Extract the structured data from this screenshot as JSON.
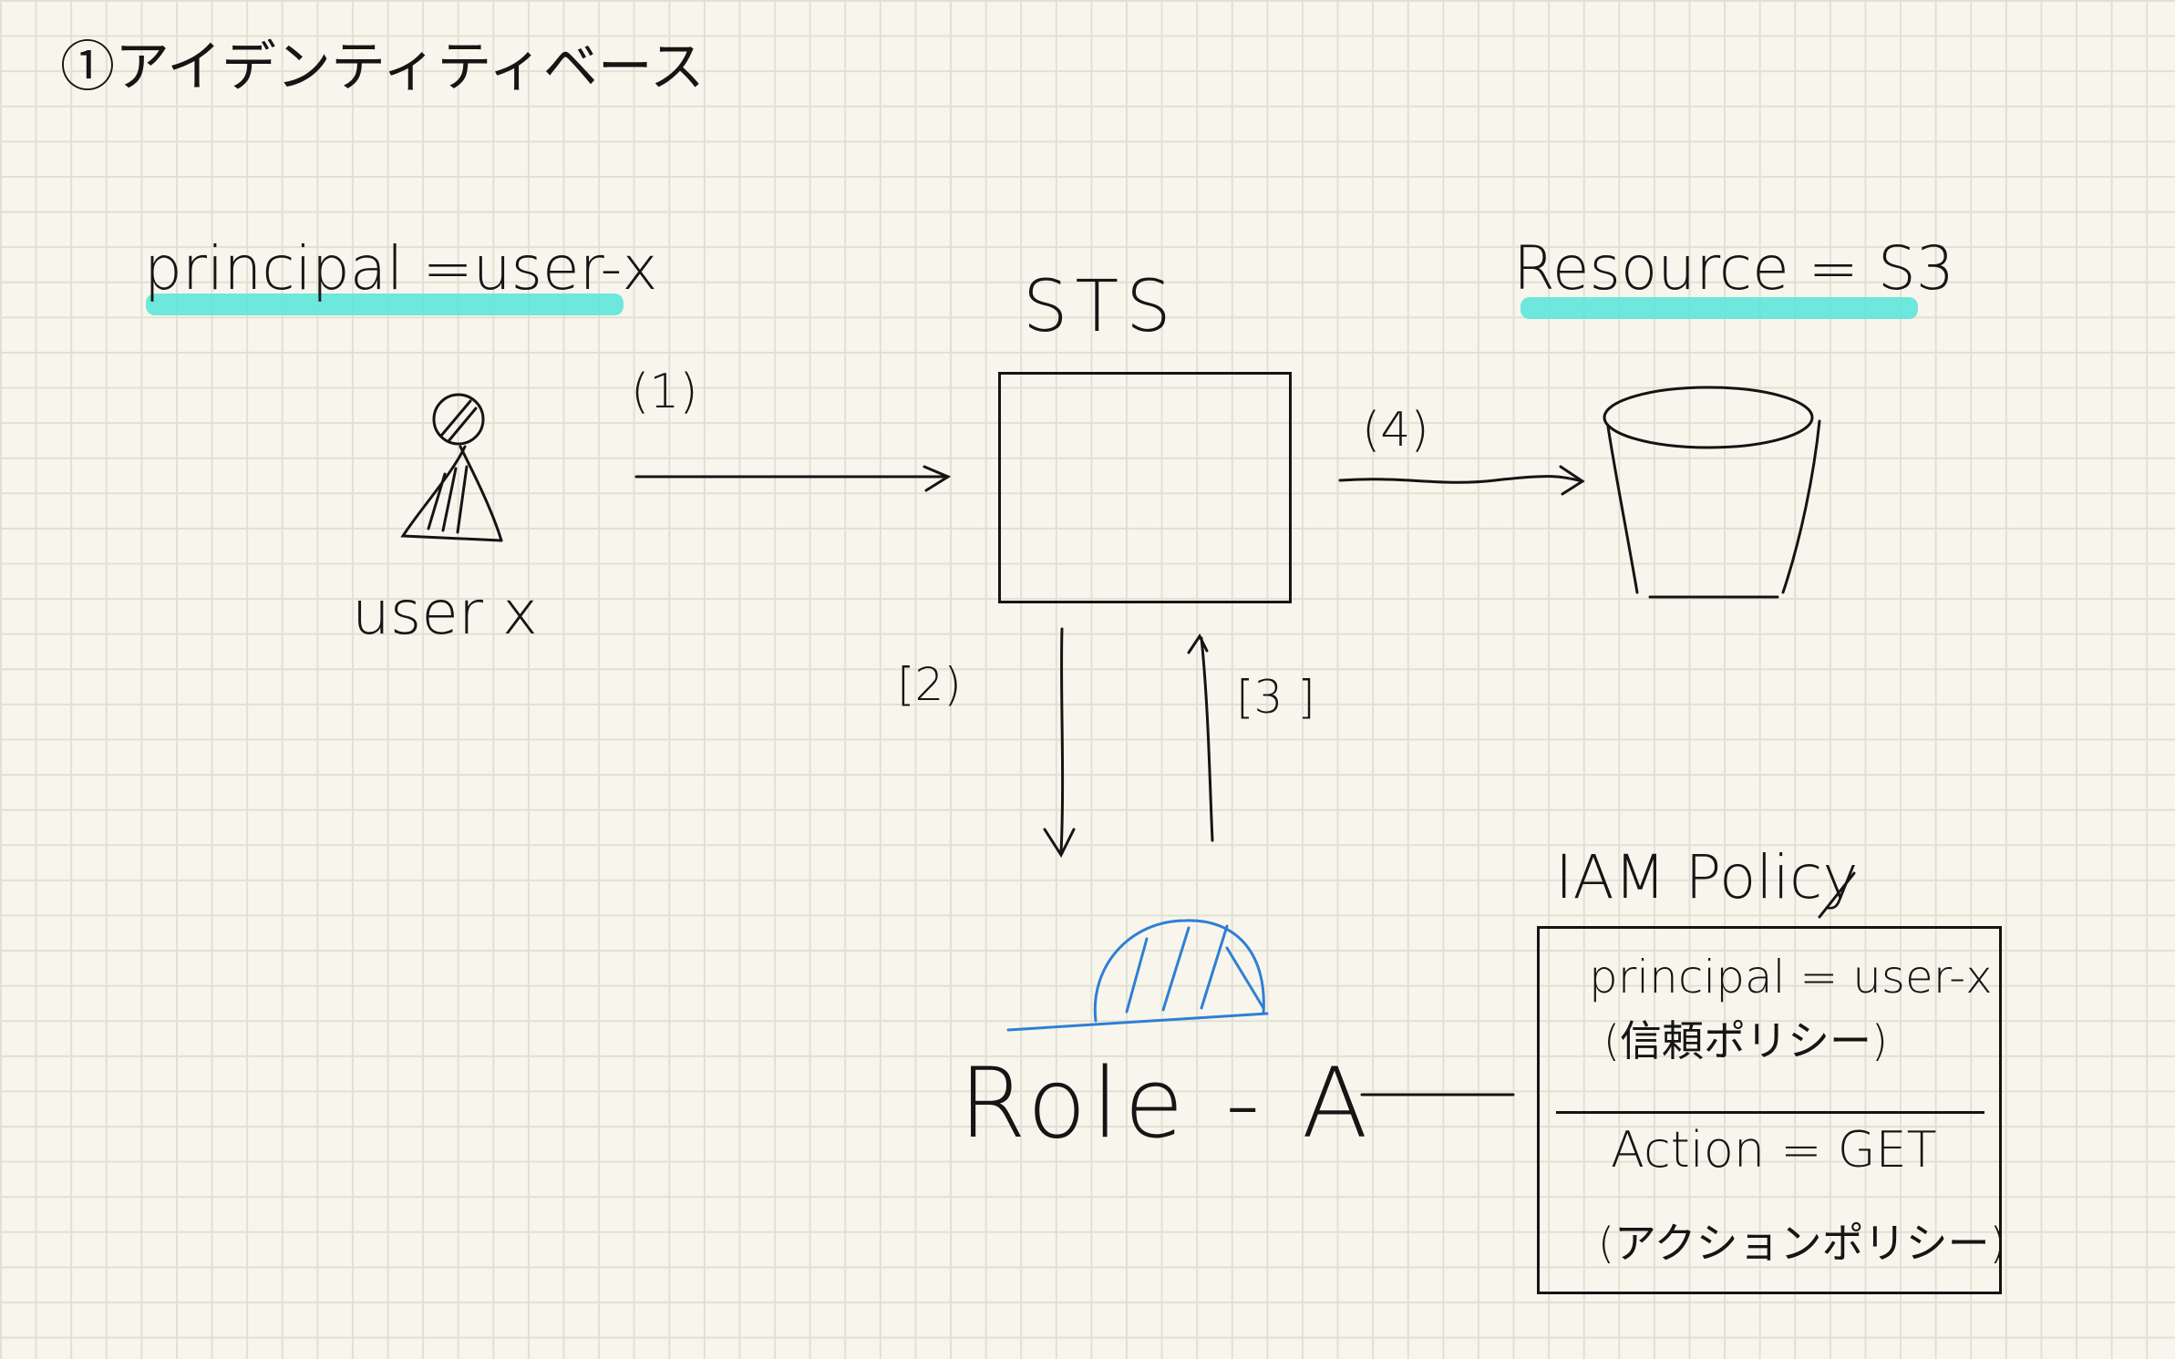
{
  "title": "①アイデンティティベース",
  "principal_label": "principal =user-x",
  "resource_label": "Resource = S3",
  "sts_label": "STS",
  "user_label": "user x",
  "steps": {
    "step1": "(1)",
    "step2": "[2)",
    "step3": "[3 ]",
    "step4": "(4)"
  },
  "role_label": "Role - A",
  "policy": {
    "heading": "IAM Policy",
    "trust_line": "principal = user-x",
    "trust_note": "(信頼ポリシー)",
    "action_line": "Action = GET",
    "action_note": "(アクションポリシー)"
  },
  "colors": {
    "ink": "#141414",
    "highlight": "#5ee6da",
    "role_icon": "#2f7fd6",
    "paper": "#f8f6ec",
    "grid": "#e2e0d4"
  }
}
